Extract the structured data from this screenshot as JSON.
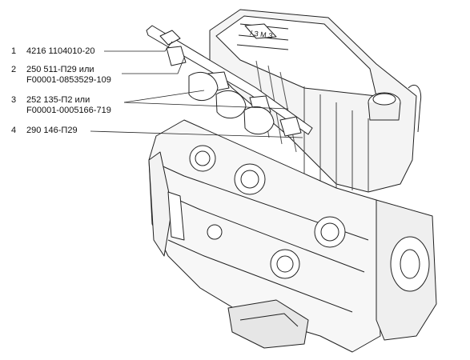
{
  "callouts": [
    {
      "number": "1",
      "lines": [
        "4216 1104010-20"
      ]
    },
    {
      "number": "2",
      "lines": [
        "250 511-П29 или",
        "F00001-0853529-109"
      ]
    },
    {
      "number": "3",
      "lines": [
        "252 135-П2 или",
        "F00001-0005166-719"
      ]
    },
    {
      "number": "4",
      "lines": [
        "290 146-П29"
      ]
    }
  ],
  "colors": {
    "line": "#222222",
    "background": "#ffffff",
    "shade": "#d9d9d9"
  }
}
